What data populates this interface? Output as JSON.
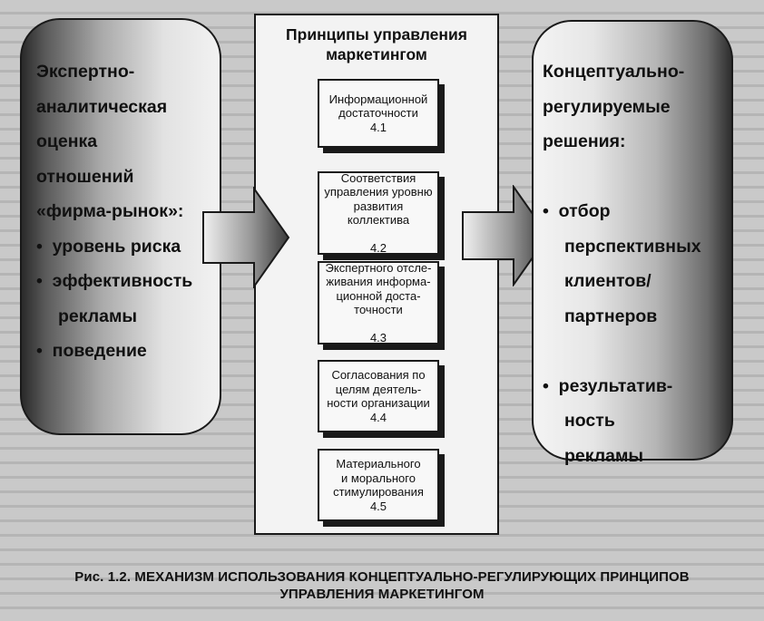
{
  "left_panel": {
    "lines": [
      "Экспертно-",
      "аналитическая",
      "оценка",
      "отношений",
      "«фирма-рынок»:",
      "уровень риска",
      "эффективность",
      "рекламы",
      "поведение"
    ]
  },
  "center": {
    "title_line1": "Принципы управления",
    "title_line2": "маркетингом",
    "principles": [
      {
        "lines": [
          "Информационной",
          "достаточности"
        ],
        "number": "4.1"
      },
      {
        "lines": [
          "Соответствия",
          "управления уровню",
          "развития",
          "коллектива"
        ],
        "number": "4.2"
      },
      {
        "lines": [
          "Экспертного отсле-",
          "живания информа-",
          "ционной доста-",
          "точности"
        ],
        "number": "4.3"
      },
      {
        "lines": [
          "Согласования по",
          "целям деятель-",
          "ности организации"
        ],
        "number": "4.4"
      },
      {
        "lines": [
          "Материального",
          "и морального",
          "стимулирования"
        ],
        "number": "4.5"
      }
    ]
  },
  "right_panel": {
    "lines": [
      "Концептуально-",
      "регулируемые",
      "решения:",
      "отбор",
      "перспективных",
      "клиентов/",
      "партнеров",
      "результатив-",
      "ность",
      "рекламы"
    ]
  },
  "caption": {
    "line1": "Рис. 1.2. МЕХАНИЗМ ИСПОЛЬЗОВАНИЯ КОНЦЕПТУАЛЬНО-РЕГУЛИРУЮЩИХ ПРИНЦИПОВ",
    "line2": "УПРАВЛЕНИЯ МАРКЕТИНГОМ"
  }
}
